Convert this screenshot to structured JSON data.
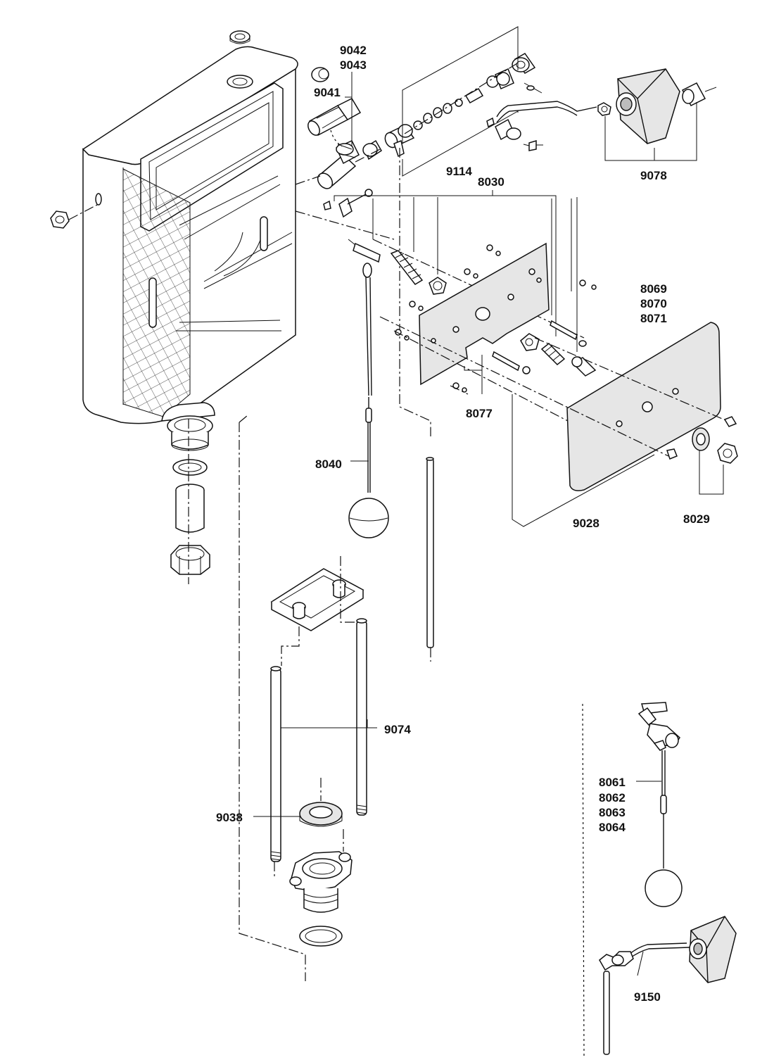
{
  "labels": {
    "p9042": "9042",
    "p9043": "9043",
    "p9041": "9041",
    "p9114": "9114",
    "p8030": "8030",
    "p9078": "9078",
    "p8069": "8069",
    "p8070": "8070",
    "p8071": "8071",
    "p8077": "8077",
    "p8040": "8040",
    "p9028": "9028",
    "p8029": "8029",
    "p9074": "9074",
    "p9038": "9038",
    "p8061": "8061",
    "p8062": "8062",
    "p8063": "8063",
    "p8064": "8064",
    "p9150": "9150"
  }
}
